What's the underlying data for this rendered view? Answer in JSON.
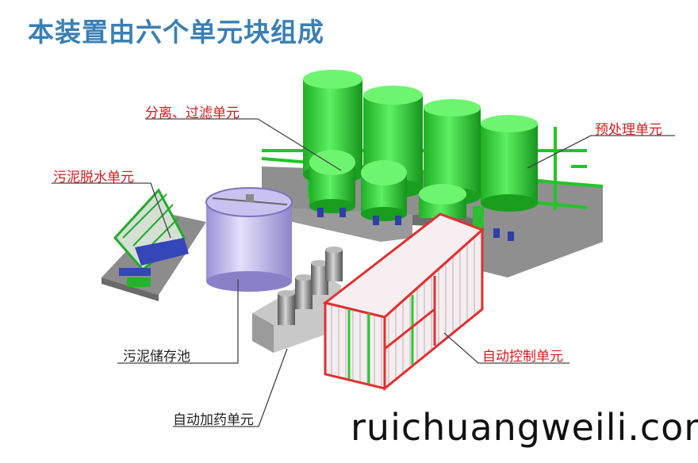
{
  "title": "本装置由六个单元块组成",
  "labels": {
    "separation_filtration": "分离、过滤单元",
    "pretreatment": "预处理单元",
    "sludge_dewatering": "污泥脱水单元",
    "sludge_storage": "污泥储存池",
    "auto_control": "自动控制单元",
    "auto_dosing": "自动加药单元"
  },
  "watermark": "ruichuangweili.com",
  "colors": {
    "title": "#3a7fb5",
    "callout_red": "#d7191c",
    "equipment_green": "#22d62a",
    "container_red": "#e23030"
  }
}
